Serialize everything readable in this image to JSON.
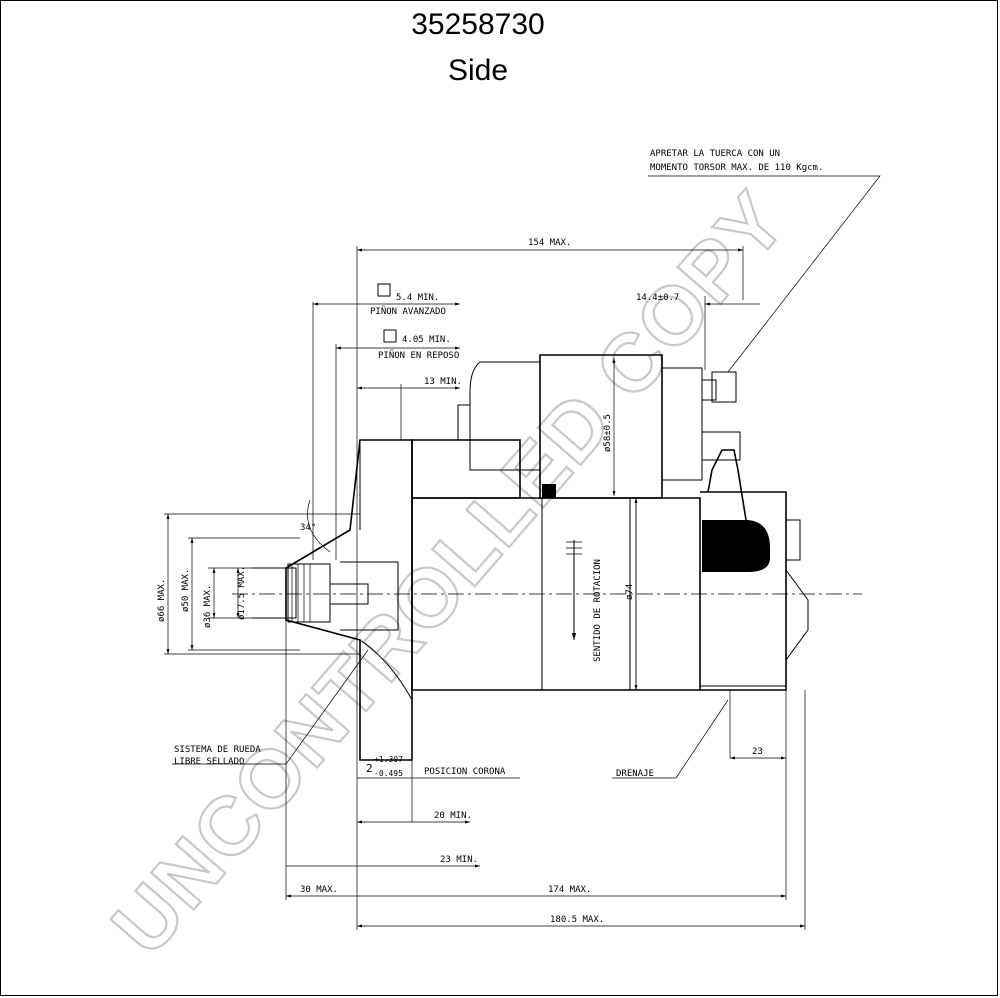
{
  "header": {
    "part_number": "35258730",
    "view": "Side"
  },
  "watermark": "UNCONTROLLED COPY",
  "labels": {
    "torque_note_line1": "APRETAR LA TUERCA CON UN",
    "torque_note_line2": "MOMENTO TORSOR MAX. DE 110 Kgcm.",
    "overall_top": "154 MAX.",
    "dim_14_4": "14.4±0.7",
    "pinion_adv_value": "5.4 MIN.",
    "pinion_adv_label": "PIÑON AVANZADO",
    "pinion_rest_value": "4.05 MIN.",
    "pinion_rest_label": "PIÑON EN REPOSO",
    "dim_13": "13 MIN.",
    "dia_58": "ø58±0.5",
    "angle": "34°",
    "dia_66": "ø66 MAX.",
    "dia_50": "ø50 MAX.",
    "dia_36": "ø36 MAX.",
    "dia_17_5": "ø17.5 MAX.",
    "rotation": "SENTIDO DE ROTACION",
    "dia_74": "ø74",
    "freewheel_line1": "SISTEMA DE RUEDA",
    "freewheel_line2": "LIBRE SELLADO",
    "tol_base": "2",
    "tol_plus": "+1.307",
    "tol_minus": "-0.495",
    "crown_position": "POSICION CORONA",
    "drain": "DRENAJE",
    "dim_23_right": "23",
    "dim_20": "20 MIN.",
    "dim_23_min": "23 MIN.",
    "dim_30": "30 MAX.",
    "dim_174": "174 MAX.",
    "dim_180_5": "180.5 MAX."
  }
}
